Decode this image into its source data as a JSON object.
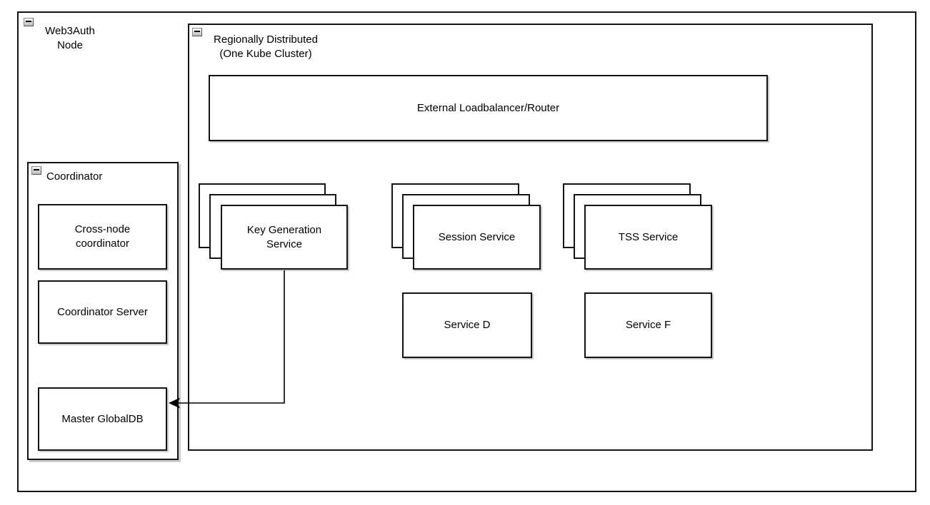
{
  "diagram": {
    "groups": {
      "web3auth": {
        "label": "Web3Auth\nNode"
      },
      "region": {
        "label": "Regionally Distributed\n(One Kube Cluster)"
      },
      "coordinator": {
        "label": "Coordinator"
      }
    },
    "nodes": {
      "external_lb": {
        "label": "External Loadbalancer/Router"
      },
      "cross_node": {
        "label": "Cross-node\ncoordinator"
      },
      "coordinator_server": {
        "label": "Coordinator Server"
      },
      "master_globaldb": {
        "label": "Master GlobalDB"
      },
      "key_generation": {
        "label": "Key Generation\nService",
        "replicas": 3
      },
      "session_service": {
        "label": "Session Service",
        "replicas": 3
      },
      "tss_service": {
        "label": "TSS Service",
        "replicas": 3
      },
      "service_d": {
        "label": "Service D"
      },
      "service_f": {
        "label": "Service F"
      }
    },
    "edges": [
      {
        "from": "key_generation",
        "to": "master_globaldb",
        "style": "orthogonal-arrow"
      }
    ],
    "icons": {
      "collapse": "minus-in-square"
    },
    "colors": {
      "border": "#141414",
      "background": "#ffffff",
      "shadow": "#cccccc",
      "arrow": "#000000",
      "collapse_face": "#d9d9d9"
    }
  }
}
